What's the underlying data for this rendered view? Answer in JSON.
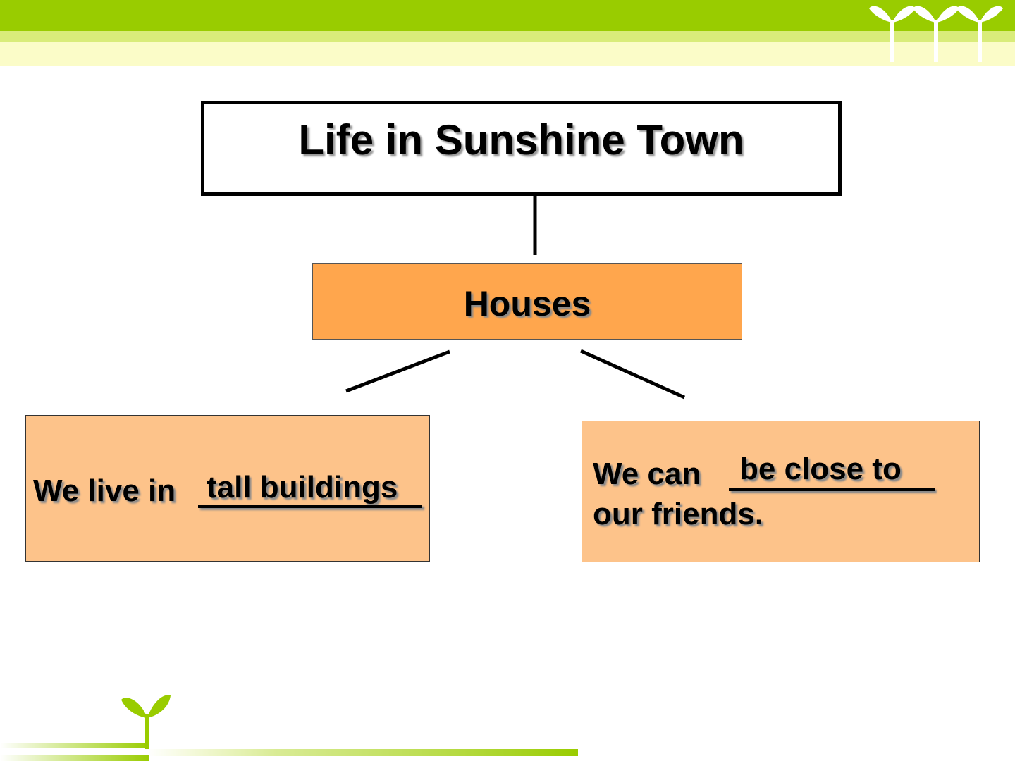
{
  "diagram": {
    "title": "Life in Sunshine Town",
    "topic": "Houses",
    "left_card": {
      "prefix": "We live in",
      "answer": "tall buildings"
    },
    "right_card": {
      "prefix": "We can",
      "answer": "be close to",
      "suffix": "our friends."
    }
  },
  "colors": {
    "header_green": "#99cc00",
    "topic_orange": "#ffa64d",
    "card_peach": "#fdc38a"
  }
}
